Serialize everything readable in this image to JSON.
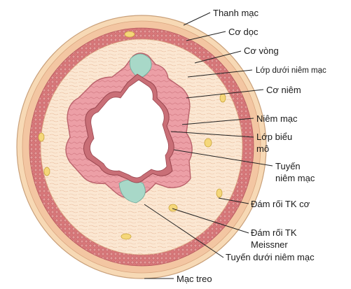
{
  "diagram": {
    "labels": {
      "thanh_mac": "Thanh mạc",
      "co_doc": "Cơ dọc",
      "co_vong": "Cơ vòng",
      "lop_duoi_niem_mac": "Lớp dưới niêm mạc",
      "co_niem": "Cơ niêm",
      "niem_mac": "Niêm mạc",
      "lop_bieu_mo_1": "Lớp biểu",
      "lop_bieu_mo_2": "mô",
      "tuyen_niem_mac_1": "Tuyến",
      "tuyen_niem_mac_2": "niêm mạc",
      "dam_roi_tk_co": "Đám rối TK cơ",
      "dam_roi_meissner_1": "Đám rối TK",
      "dam_roi_meissner_2": "Meissner",
      "tuyen_duoi_niem_mac": "Tuyến dưới niêm mạc",
      "mac_treo": "Mạc treo"
    },
    "colors": {
      "serosa": "#f7d9b5",
      "longitudinal_muscle": "#f3c6a2",
      "circular_muscle": "#d9787a",
      "submucosa": "#fbe7d2",
      "mucosa": "#e99ca3",
      "epithelium": "#c96f77",
      "gland": "#a8d8c8",
      "lumen": "#ffffff",
      "ganglion": "#f5d77a"
    }
  }
}
